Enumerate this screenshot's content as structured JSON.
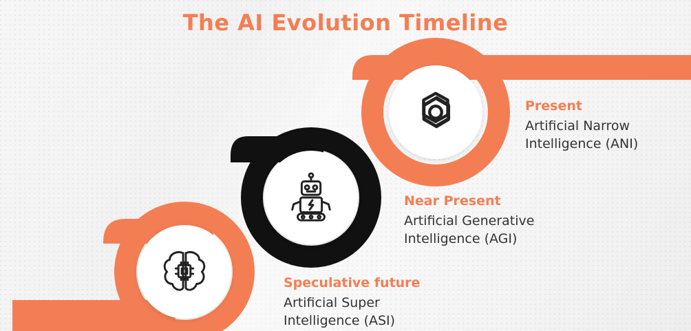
{
  "title": "The AI Evolution Timeline",
  "colors": {
    "accent": "#f47e54",
    "dark": "#111111",
    "text": "#333333"
  },
  "stages": [
    {
      "heading": "Present",
      "description": "Artificial Narrow Intelligence (ANI)",
      "icon": "openai-logo-icon"
    },
    {
      "heading": "Near Present",
      "description": "Artificial Generative Intelligence (AGI)",
      "icon": "robot-icon"
    },
    {
      "heading": "Speculative future",
      "description": "Artificial Super Intelligence (ASI)",
      "icon": "brain-chip-icon"
    }
  ]
}
